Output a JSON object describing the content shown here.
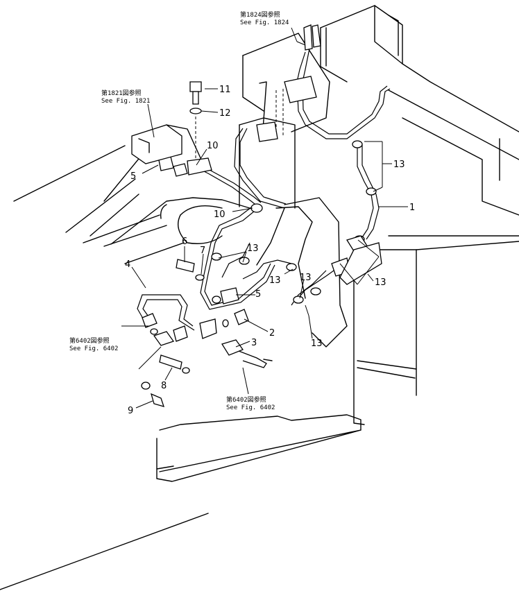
{
  "references": [
    {
      "jp": "第1824図参照",
      "en": "See Fig. 1824"
    },
    {
      "jp": "第1821図参照",
      "en": "See Fig. 1821"
    },
    {
      "jp": "第6402図参照",
      "en": "See Fig. 6402"
    },
    {
      "jp": "第6402図参照",
      "en": "See Fig. 6402"
    }
  ],
  "callouts": [
    "11",
    "12",
    "10",
    "5",
    "10",
    "13",
    "1",
    "6",
    "7",
    "4",
    "13",
    "13",
    "13",
    "13",
    "5",
    "2",
    "3",
    "13",
    "8",
    "9"
  ]
}
